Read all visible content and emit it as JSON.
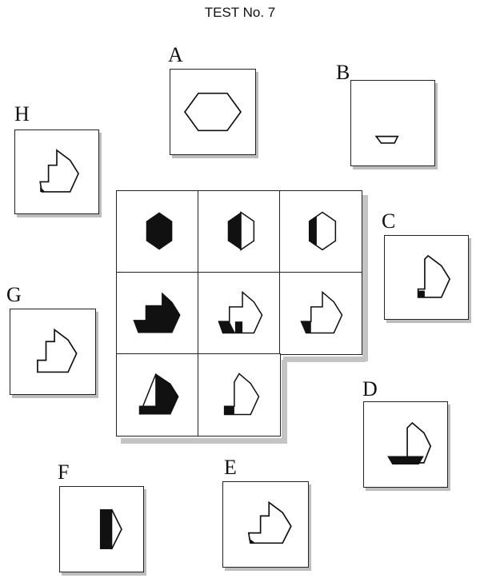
{
  "title": "TEST No. 7",
  "options": [
    {
      "letter": "A",
      "icon": "hexagon-outline"
    },
    {
      "letter": "B",
      "icon": "small-trapezoid"
    },
    {
      "letter": "C",
      "icon": "shape-with-small-black-square"
    },
    {
      "letter": "D",
      "icon": "shape-with-black-bottom"
    },
    {
      "letter": "E",
      "icon": "shape-with-black-corner"
    },
    {
      "letter": "F",
      "icon": "black-bar-with-half-hexagon"
    },
    {
      "letter": "G",
      "icon": "shape-outline"
    },
    {
      "letter": "H",
      "icon": "shape-with-black-triangle"
    }
  ],
  "matrix": {
    "rows": 3,
    "cols": 3,
    "cells": [
      "hexagon-black",
      "hexagon-half-black",
      "hexagon-left-triangle-black",
      "shape-black",
      "shape-lower-left-black",
      "shape-lower-left-triangle-black",
      "shape-black-bar",
      "shape-bottom-left-black",
      "missing"
    ]
  }
}
